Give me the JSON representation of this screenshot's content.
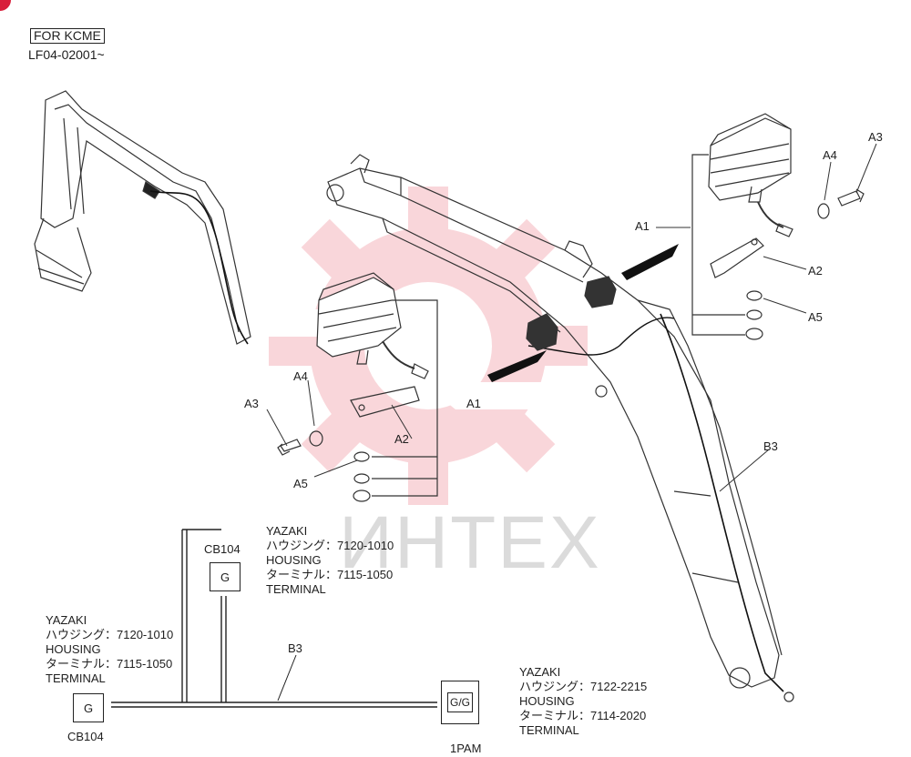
{
  "header": {
    "market_tag": "FOR KCME",
    "serial_range": "LF04-02001~"
  },
  "watermark": {
    "text": "ИНТЕХ",
    "color": "#e84a5a"
  },
  "callouts": {
    "a1_left": "A1",
    "a2_left": "A2",
    "a3_left": "A3",
    "a4_left": "A4",
    "a5_left": "A5",
    "a1_right": "A1",
    "a2_right": "A2",
    "a3_right": "A3",
    "a4_right": "A4",
    "a5_right": "A5",
    "b3_boom": "B3",
    "b3_wire": "B3"
  },
  "wiring": {
    "cb104_top": {
      "label": "CB104",
      "pin": "G"
    },
    "cb104_bottom": {
      "label": "CB104",
      "pin": "G"
    },
    "pam": {
      "label": "1PAM",
      "pin": "G/G"
    },
    "spec_top": [
      "YAZAKI",
      "ハウジング：7120-1010",
      "HOUSING",
      "ターミナル：7115-1050",
      "TERMINAL"
    ],
    "spec_left": [
      "YAZAKI",
      "ハウジング：7120-1010",
      "HOUSING",
      "ターミナル：7115-1050",
      "TERMINAL"
    ],
    "spec_right": [
      "YAZAKI",
      "ハウジング：7122-2215",
      "HOUSING",
      "ターミナル：7114-2020",
      "TERMINAL"
    ]
  }
}
